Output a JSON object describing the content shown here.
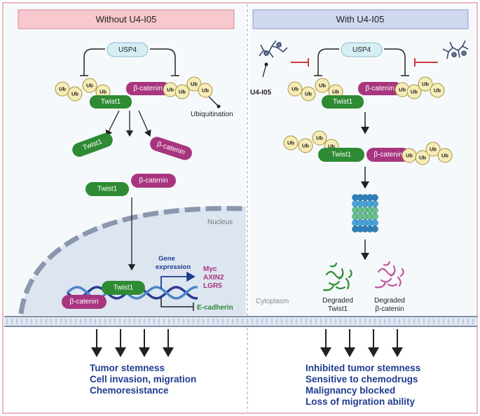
{
  "left_panel": {
    "title": "Without U4-I05",
    "usp4": "USP4",
    "ub": "Ub",
    "twist1": "Twist1",
    "beta_catenin": "β-catenin",
    "ubiquitination": "Ubiquitination",
    "nucleus": "Nucleus",
    "gene_expression": [
      "Gene",
      "expression"
    ],
    "genes": [
      "Myc",
      "AXIN2",
      "LGR5"
    ],
    "e_cadherin": "E-cadherin",
    "outcomes": [
      "Tumor stemness",
      "Cell invasion, migration",
      "Chemoresistance"
    ]
  },
  "right_panel": {
    "title": "With U4-I05",
    "usp4": "USP4",
    "inhibitor": "U4-I05",
    "ub": "Ub",
    "twist1": "Twist1",
    "beta_catenin": "β-catenin",
    "cytoplasm": "Cytoplasm",
    "degraded_twist1": [
      "Degraded",
      "Twist1"
    ],
    "degraded_beta_catenin": [
      "Degraded",
      "β-catenin"
    ],
    "outcomes": [
      "Inhibited tumor stemness",
      "Sensitive to chemodrugs",
      "Malignancy blocked",
      "Loss of migration ability"
    ]
  },
  "colors": {
    "twist1": "#2e8b34",
    "beta_catenin": "#a8357f",
    "usp4": "#d6eef3",
    "ub": "#f5ecb8",
    "outcome_text": "#1f3c8f",
    "inhibit_red": "#d33a3a",
    "proteasome": [
      "#4aa3d6",
      "#6cc08a",
      "#2f7fb8"
    ]
  }
}
